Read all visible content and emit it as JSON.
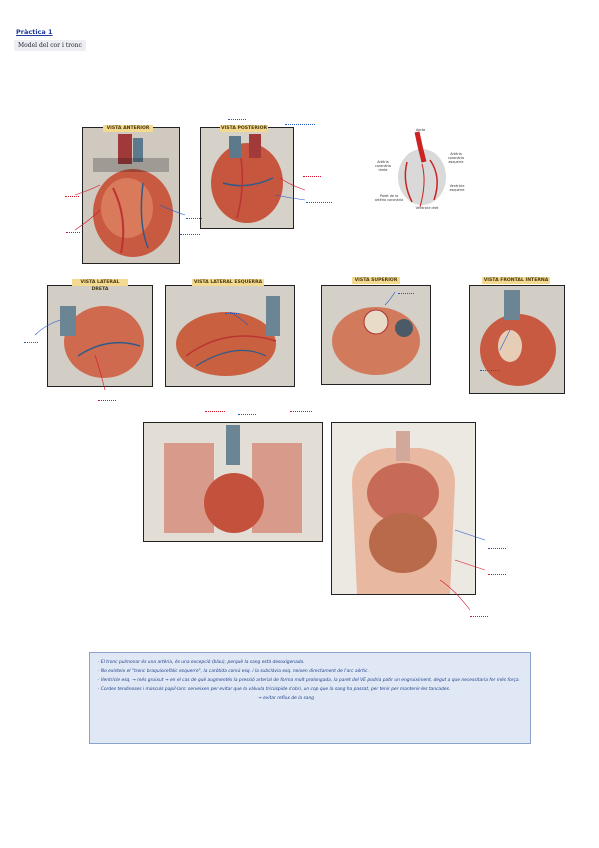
{
  "header": {
    "title": "Pràctica 1",
    "subtitle": "Model del cor i tronc"
  },
  "captions": {
    "anterior": "VISTA ANTERIOR",
    "posterior": "VISTA POSTERIOR",
    "lateral_dreta": "VISTA LATERAL DRETA",
    "lateral_esquerra": "VISTA LATERAL ESQUERRA",
    "superior": "VISTA SUPERIOR",
    "frontal_interna": "VISTA FRONTAL INTERNA"
  },
  "diagram_labels": {
    "aorta": "Aorta",
    "art_cor_dreta": "Artèria coronària dreta",
    "art_cor_esq": "Artèria coronària esquerra",
    "vent_esq": "Ventricle esquerre",
    "vent_dret": "Ventricle dret",
    "paret_art": "Paret de la artèria coronària"
  },
  "notes": [
    {
      "text": "· El tronc pulmonar és una artèria, és una excepció (blau), perquè la sang està desoxigenada."
    },
    {
      "text": "· No existeix el \"tronc braquiocefàlic esquerre\", la caròtida comú esq. i la subclàvia esq. neixen directament de l'arc aòrtic."
    },
    {
      "text": "· Ventricle esq. → més gruixut → en el cas de què augmentés la pressió arterial de forma molt prolongada, la paret del VE podria patir un engruiximent, degut a que necessitaria fer més força."
    },
    {
      "text": "· Cordes tendinoses i músculs papil·lars: serveixen per evitar que la vàlvula tricúspide s'obri, un cop que la sang ha passat, per tenir per mantenir-les tancades."
    },
    {
      "text": "→ evitar reflux de la sang"
    }
  ]
}
